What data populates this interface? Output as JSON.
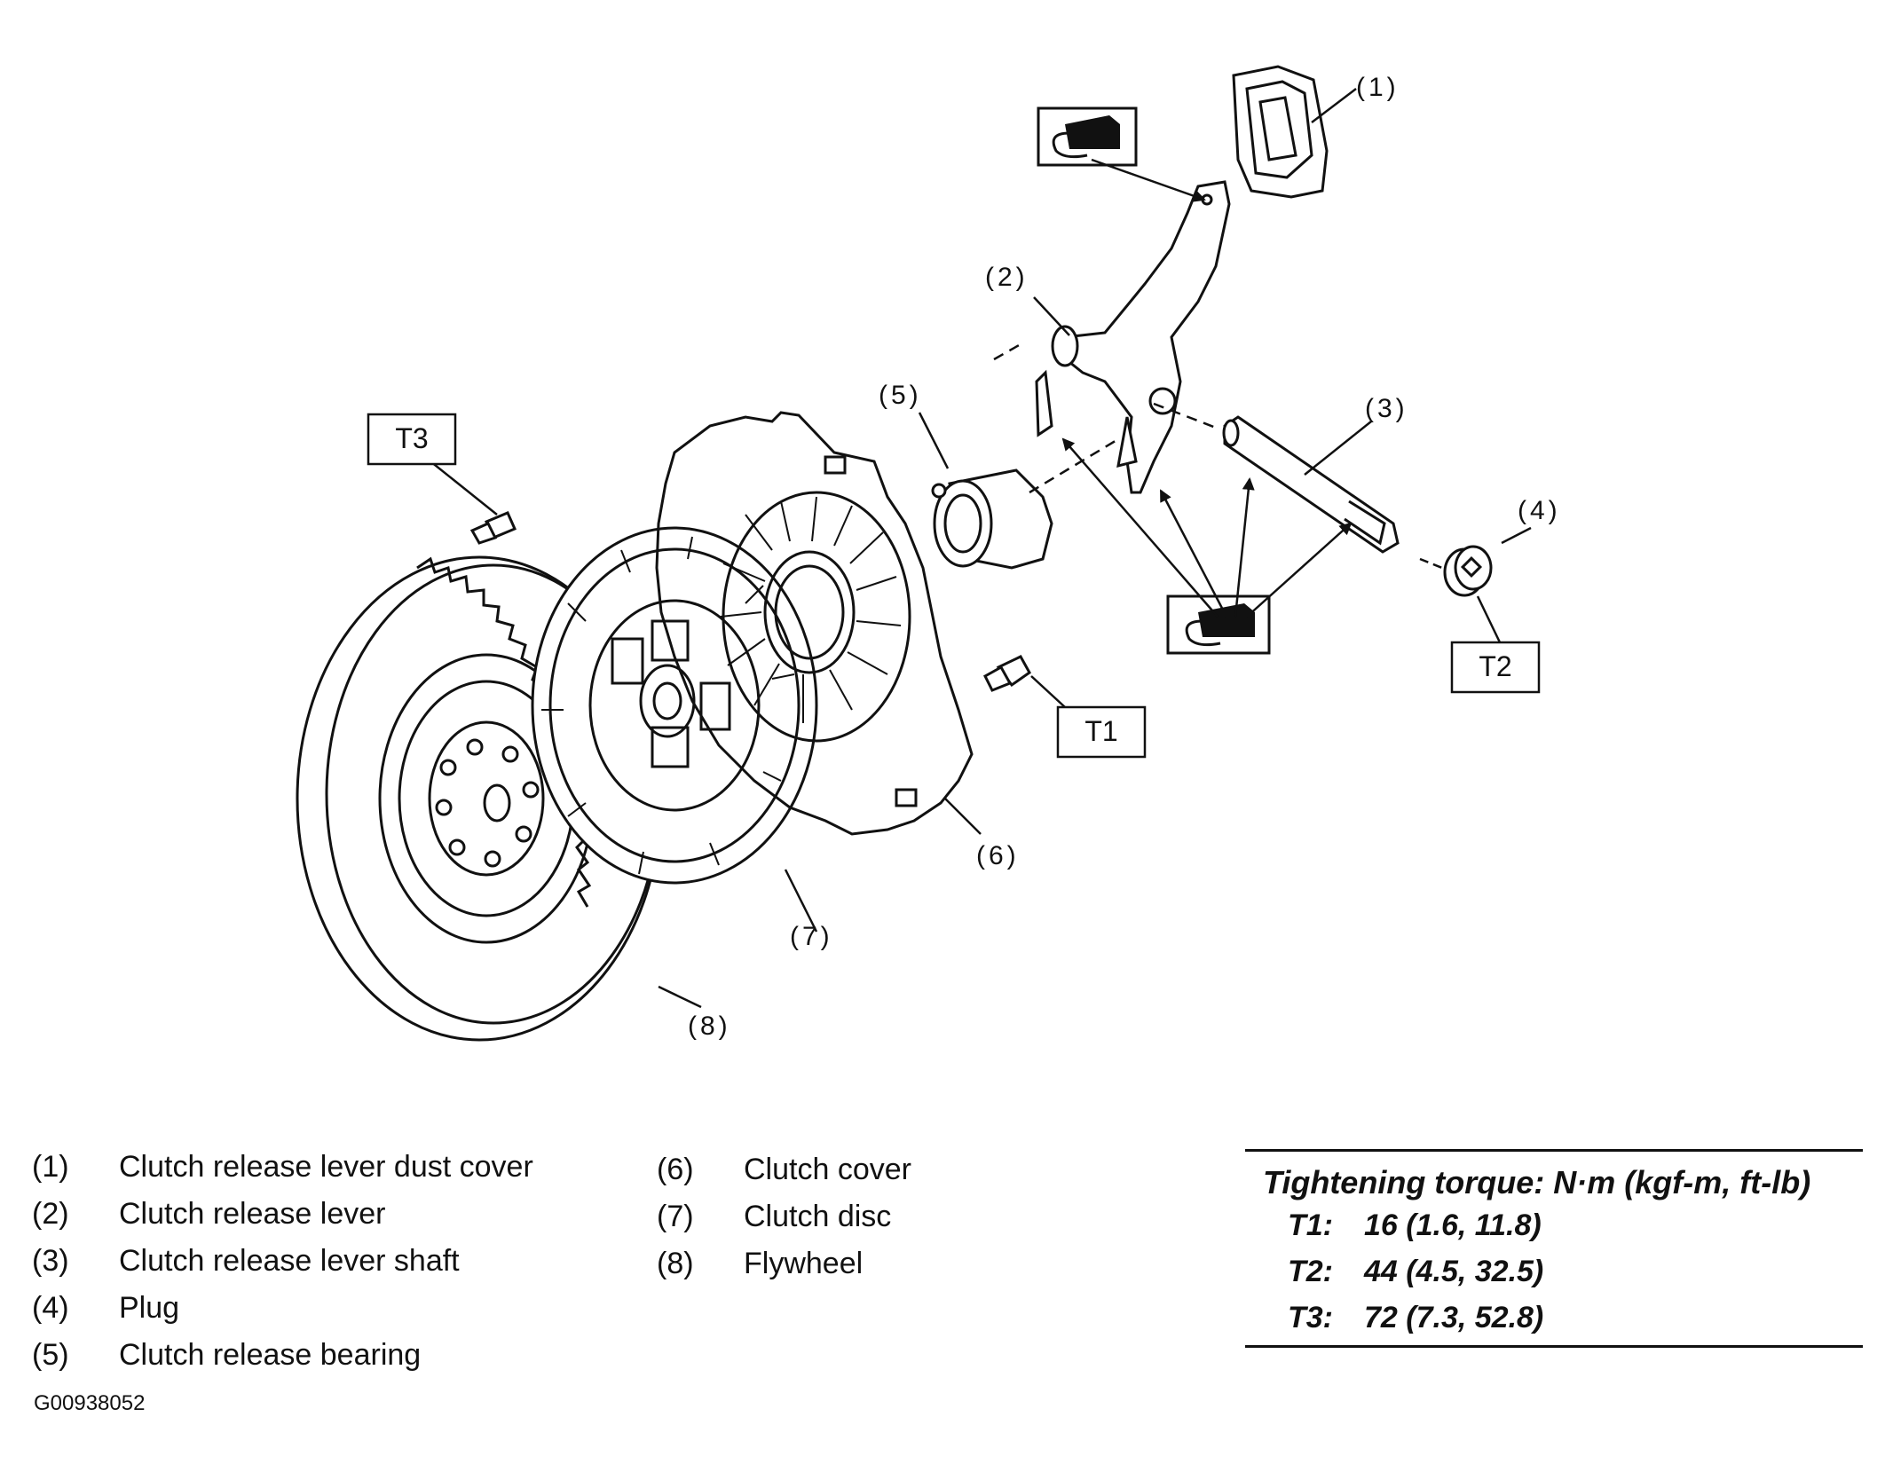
{
  "callouts": {
    "c1": "(1)",
    "c2": "(2)",
    "c3": "(3)",
    "c4": "(4)",
    "c5": "(5)",
    "c6": "(6)",
    "c7": "(7)",
    "c8": "(8)"
  },
  "torque_tags": {
    "t1": "T1",
    "t2": "T2",
    "t3": "T3"
  },
  "icons": {
    "grease_top": "grease-gun-icon",
    "grease_bottom": "grease-gun-icon"
  },
  "legend": {
    "left": [
      {
        "num": "(1)",
        "text": "Clutch release lever dust cover"
      },
      {
        "num": "(2)",
        "text": "Clutch release lever"
      },
      {
        "num": "(3)",
        "text": "Clutch release lever shaft"
      },
      {
        "num": "(4)",
        "text": "Plug"
      },
      {
        "num": "(5)",
        "text": "Clutch release bearing"
      }
    ],
    "right": [
      {
        "num": "(6)",
        "text": "Clutch cover"
      },
      {
        "num": "(7)",
        "text": "Clutch disc"
      },
      {
        "num": "(8)",
        "text": "Flywheel"
      }
    ]
  },
  "torque": {
    "title": "Tightening torque: N·m (kgf-m, ft-lb)",
    "rows": [
      {
        "key": "T1:",
        "value": "16 (1.6, 11.8)"
      },
      {
        "key": "T2:",
        "value": "44 (4.5, 32.5)"
      },
      {
        "key": "T3:",
        "value": "72 (7.3, 52.8)"
      }
    ]
  },
  "figure_id": "G00938052"
}
